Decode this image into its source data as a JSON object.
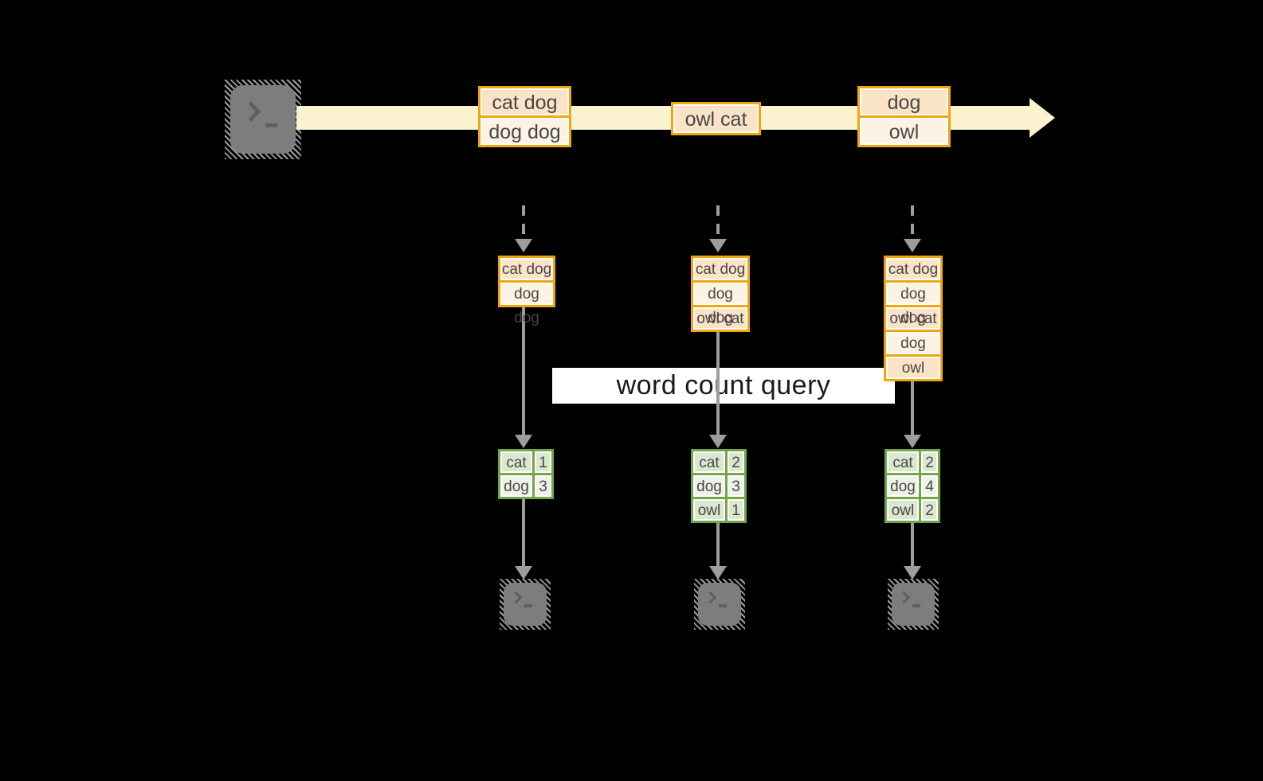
{
  "query_label": "word count query",
  "stream_events": [
    {
      "lines": [
        "cat dog",
        "dog dog"
      ]
    },
    {
      "lines": [
        "owl cat"
      ]
    },
    {
      "lines": [
        "dog",
        "owl"
      ]
    }
  ],
  "columns": [
    {
      "stack": [
        "cat dog",
        "dog dog"
      ],
      "counts": [
        {
          "word": "cat",
          "count": "1"
        },
        {
          "word": "dog",
          "count": "3"
        }
      ]
    },
    {
      "stack": [
        "cat dog",
        "dog dog",
        "owl cat"
      ],
      "counts": [
        {
          "word": "cat",
          "count": "2"
        },
        {
          "word": "dog",
          "count": "3"
        },
        {
          "word": "owl",
          "count": "1"
        }
      ]
    },
    {
      "stack": [
        "cat dog",
        "dog dog",
        "owl cat",
        "dog",
        "owl"
      ],
      "counts": [
        {
          "word": "cat",
          "count": "2"
        },
        {
          "word": "dog",
          "count": "4"
        },
        {
          "word": "owl",
          "count": "2"
        }
      ]
    }
  ],
  "icons": {
    "source": "terminal-icon",
    "sinks": [
      "terminal-icon",
      "terminal-icon",
      "terminal-icon"
    ],
    "stream_arrowhead": "arrow-right-icon"
  },
  "colors": {
    "orange": "#F2A60D",
    "peach": "#FAE3C6",
    "cream": "#FDF3E4",
    "band": "#FBF2CF",
    "green": "#72A748",
    "gdark": "#DBE7CE",
    "glight": "#EEF3E7",
    "gray": "#9D9D9D",
    "term": "#7D7D7D",
    "glyph": "#5F5F5F",
    "ink": "#474747",
    "label-ink": "#1B1B1B"
  }
}
